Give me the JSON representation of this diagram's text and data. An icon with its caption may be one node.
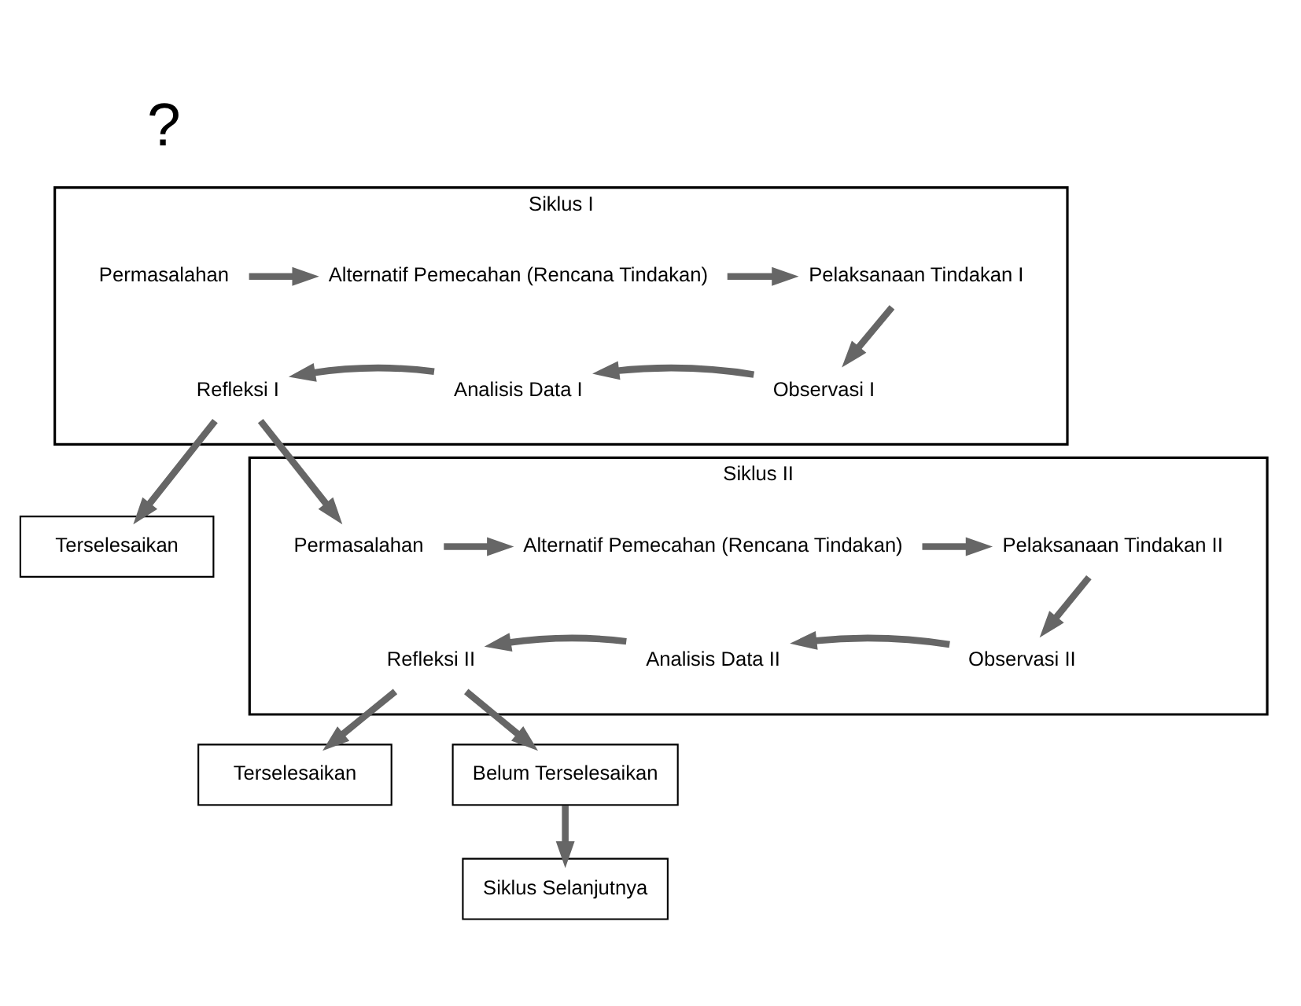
{
  "diagram": {
    "nodes": [
      {
        "text": [
          "Siklus I"
        ]
      },
      {
        "text": [
          "Permasalahan"
        ],
        "in": 0
      },
      {
        "text": [
          "Alternatif Pemecahan (Rencana Tindakan)"
        ],
        "in": 0
      },
      {
        "text": [
          "Pelaksanaan Tindakan I"
        ],
        "in": 0
      },
      {
        "text": [
          "Observasi I"
        ],
        "in": 0
      },
      {
        "text": [
          "Analisis Data I"
        ],
        "in": 0
      },
      {
        "text": [
          "Refleksi I"
        ],
        "in": 0
      },
      {
        "text": [
          "Terselesaikan"
        ]
      },
      {
        "text": [
          "Siklus II"
        ]
      },
      {
        "text": [
          "Permasalahan"
        ],
        "in": 8
      },
      {
        "text": [
          "Alternatif Pemecahan (Rencana Tindakan)"
        ],
        "in": 8
      },
      {
        "text": [
          "Pelaksanaan Tindakan II"
        ],
        "in": 8
      },
      {
        "text": [
          "Observasi II"
        ],
        "in": 8
      },
      {
        "text": [
          "Analisis Data II"
        ],
        "in": 8
      },
      {
        "text": [
          "Refleksi II"
        ],
        "in": 8
      },
      {
        "text": [
          "Terselesaikan"
        ]
      },
      {
        "text": [
          "Belum Terselesaikan"
        ]
      },
      {
        "text": [
          "Siklus Selanjutnya"
        ]
      }
    ],
    "edges": [
      {
        "from": 1,
        "to": 2,
        "arrow": "to"
      },
      {
        "from": 2,
        "to": 3,
        "arrow": "to"
      },
      {
        "from": 3,
        "to": 4,
        "arrow": "to"
      },
      {
        "from": 4,
        "to": 5,
        "arrow": "to"
      },
      {
        "from": 5,
        "to": 6,
        "arrow": "to"
      },
      {
        "from": 6,
        "to": 7,
        "arrow": "to"
      },
      {
        "from": 6,
        "to": 9,
        "arrow": "to"
      },
      {
        "from": 9,
        "to": 10,
        "arrow": "to"
      },
      {
        "from": 10,
        "to": 11,
        "arrow": "to"
      },
      {
        "from": 11,
        "to": 12,
        "arrow": "to"
      },
      {
        "from": 12,
        "to": 13,
        "arrow": "to"
      },
      {
        "from": 13,
        "to": 14,
        "arrow": "to"
      },
      {
        "from": 14,
        "to": 15,
        "arrow": "to"
      },
      {
        "from": 14,
        "to": 16,
        "arrow": "to"
      },
      {
        "from": 16,
        "to": 17,
        "arrow": "to"
      }
    ],
    "labels": [
      "?"
    ]
  }
}
